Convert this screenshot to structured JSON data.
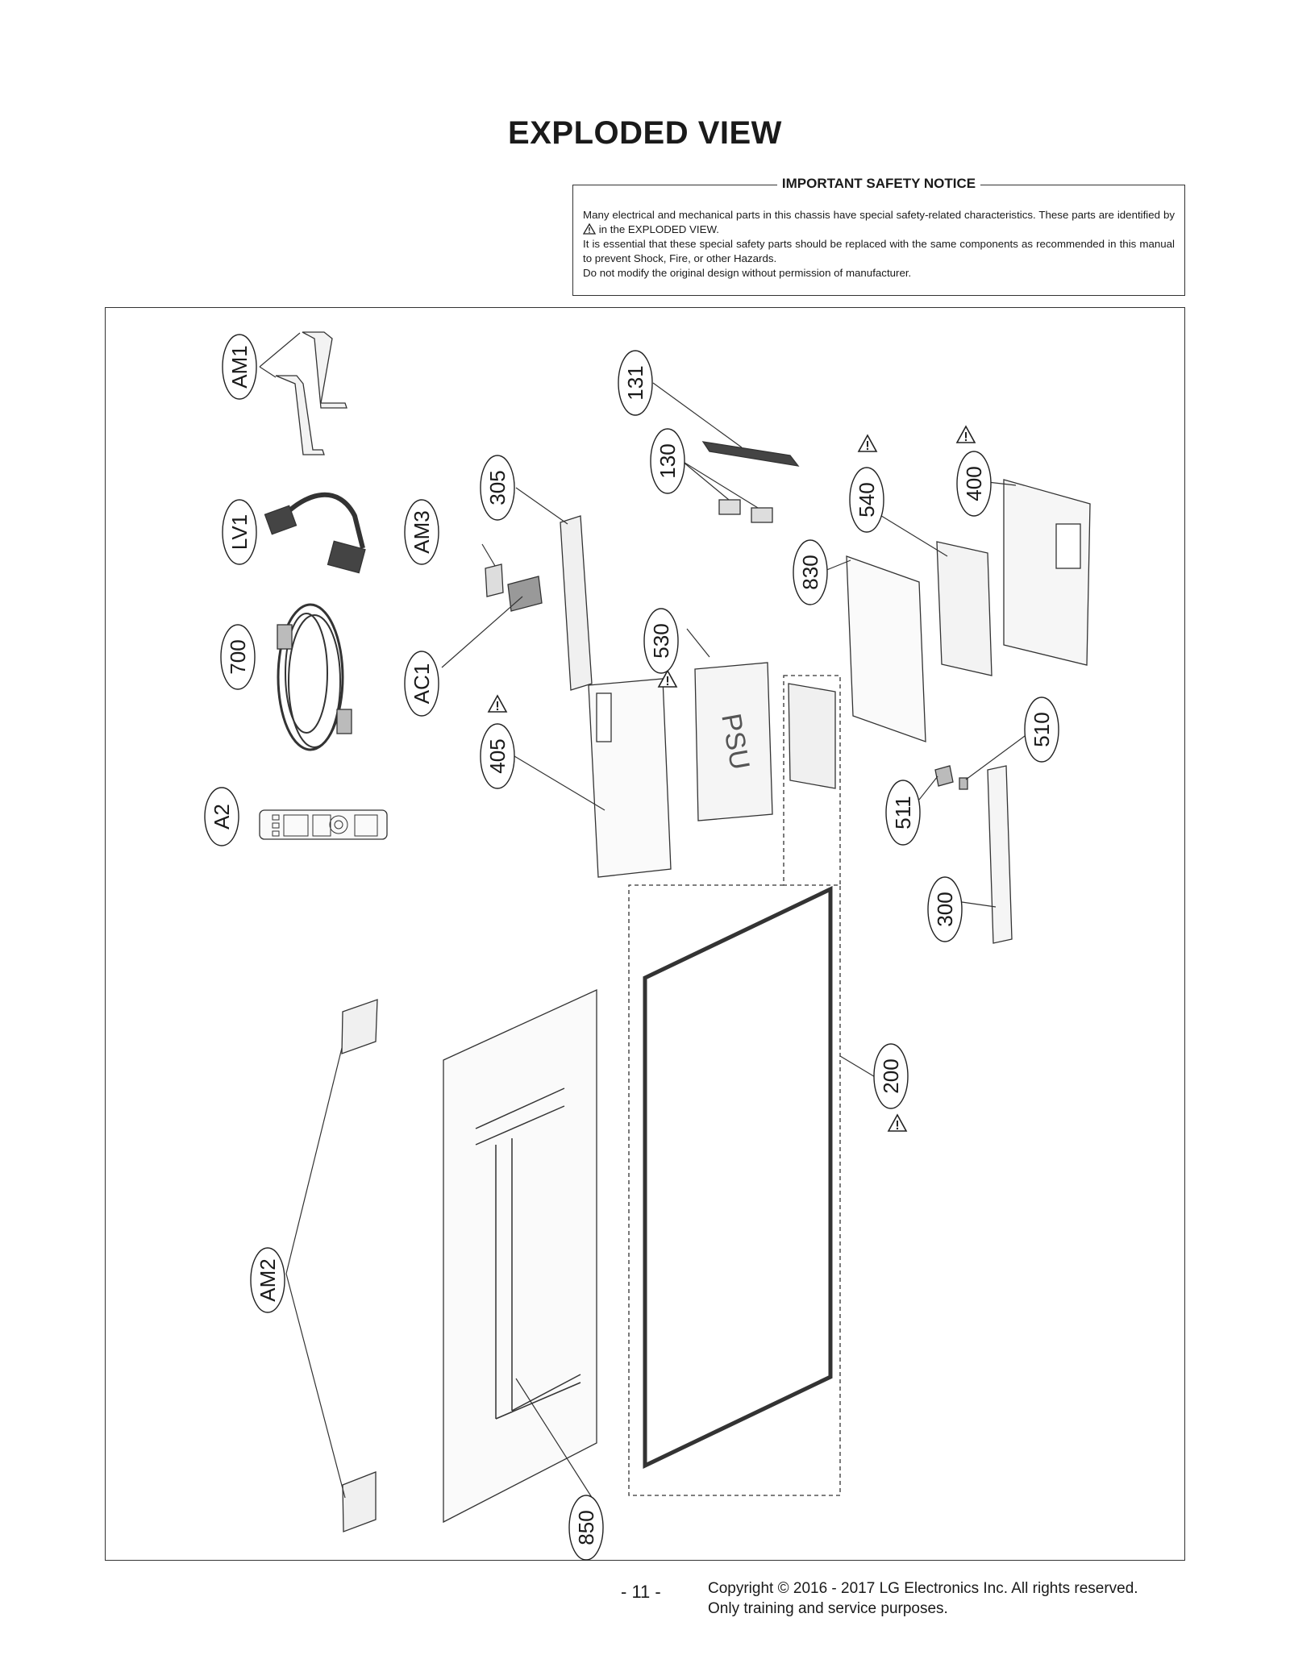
{
  "page": {
    "title": "EXPLODED VIEW",
    "page_number": "- 11 -",
    "copyright": "Copyright © 2016 - 2017 LG Electronics Inc. All rights reserved.",
    "purpose": "Only training and service purposes."
  },
  "notice": {
    "heading": "IMPORTANT SAFETY NOTICE",
    "line1a": "Many electrical and mechanical parts in this chassis have special safety-related characteristics. These parts are identified by",
    "line1b": "in the EXPLODED VIEW.",
    "line2": "It is essential that these special safety parts should be replaced with the same components as recommended in this manual to prevent Shock, Fire, or other Hazards.",
    "line3": "Do not modify the original design without permission of manufacturer."
  },
  "parts": {
    "am1": "AM1",
    "lv1": "LV1",
    "p700": "700",
    "a2": "A2",
    "am3": "AM3",
    "ac1": "AC1",
    "p305": "305",
    "p405": "405",
    "p131": "131",
    "p130": "130",
    "p530": "530",
    "psu": "PSU",
    "p830": "830",
    "p540": "540",
    "p400": "400",
    "p510": "510",
    "p511": "511",
    "p300": "300",
    "p200": "200",
    "am2": "AM2",
    "p850": "850"
  },
  "icons": {
    "warning": "warning-triangle-icon"
  }
}
